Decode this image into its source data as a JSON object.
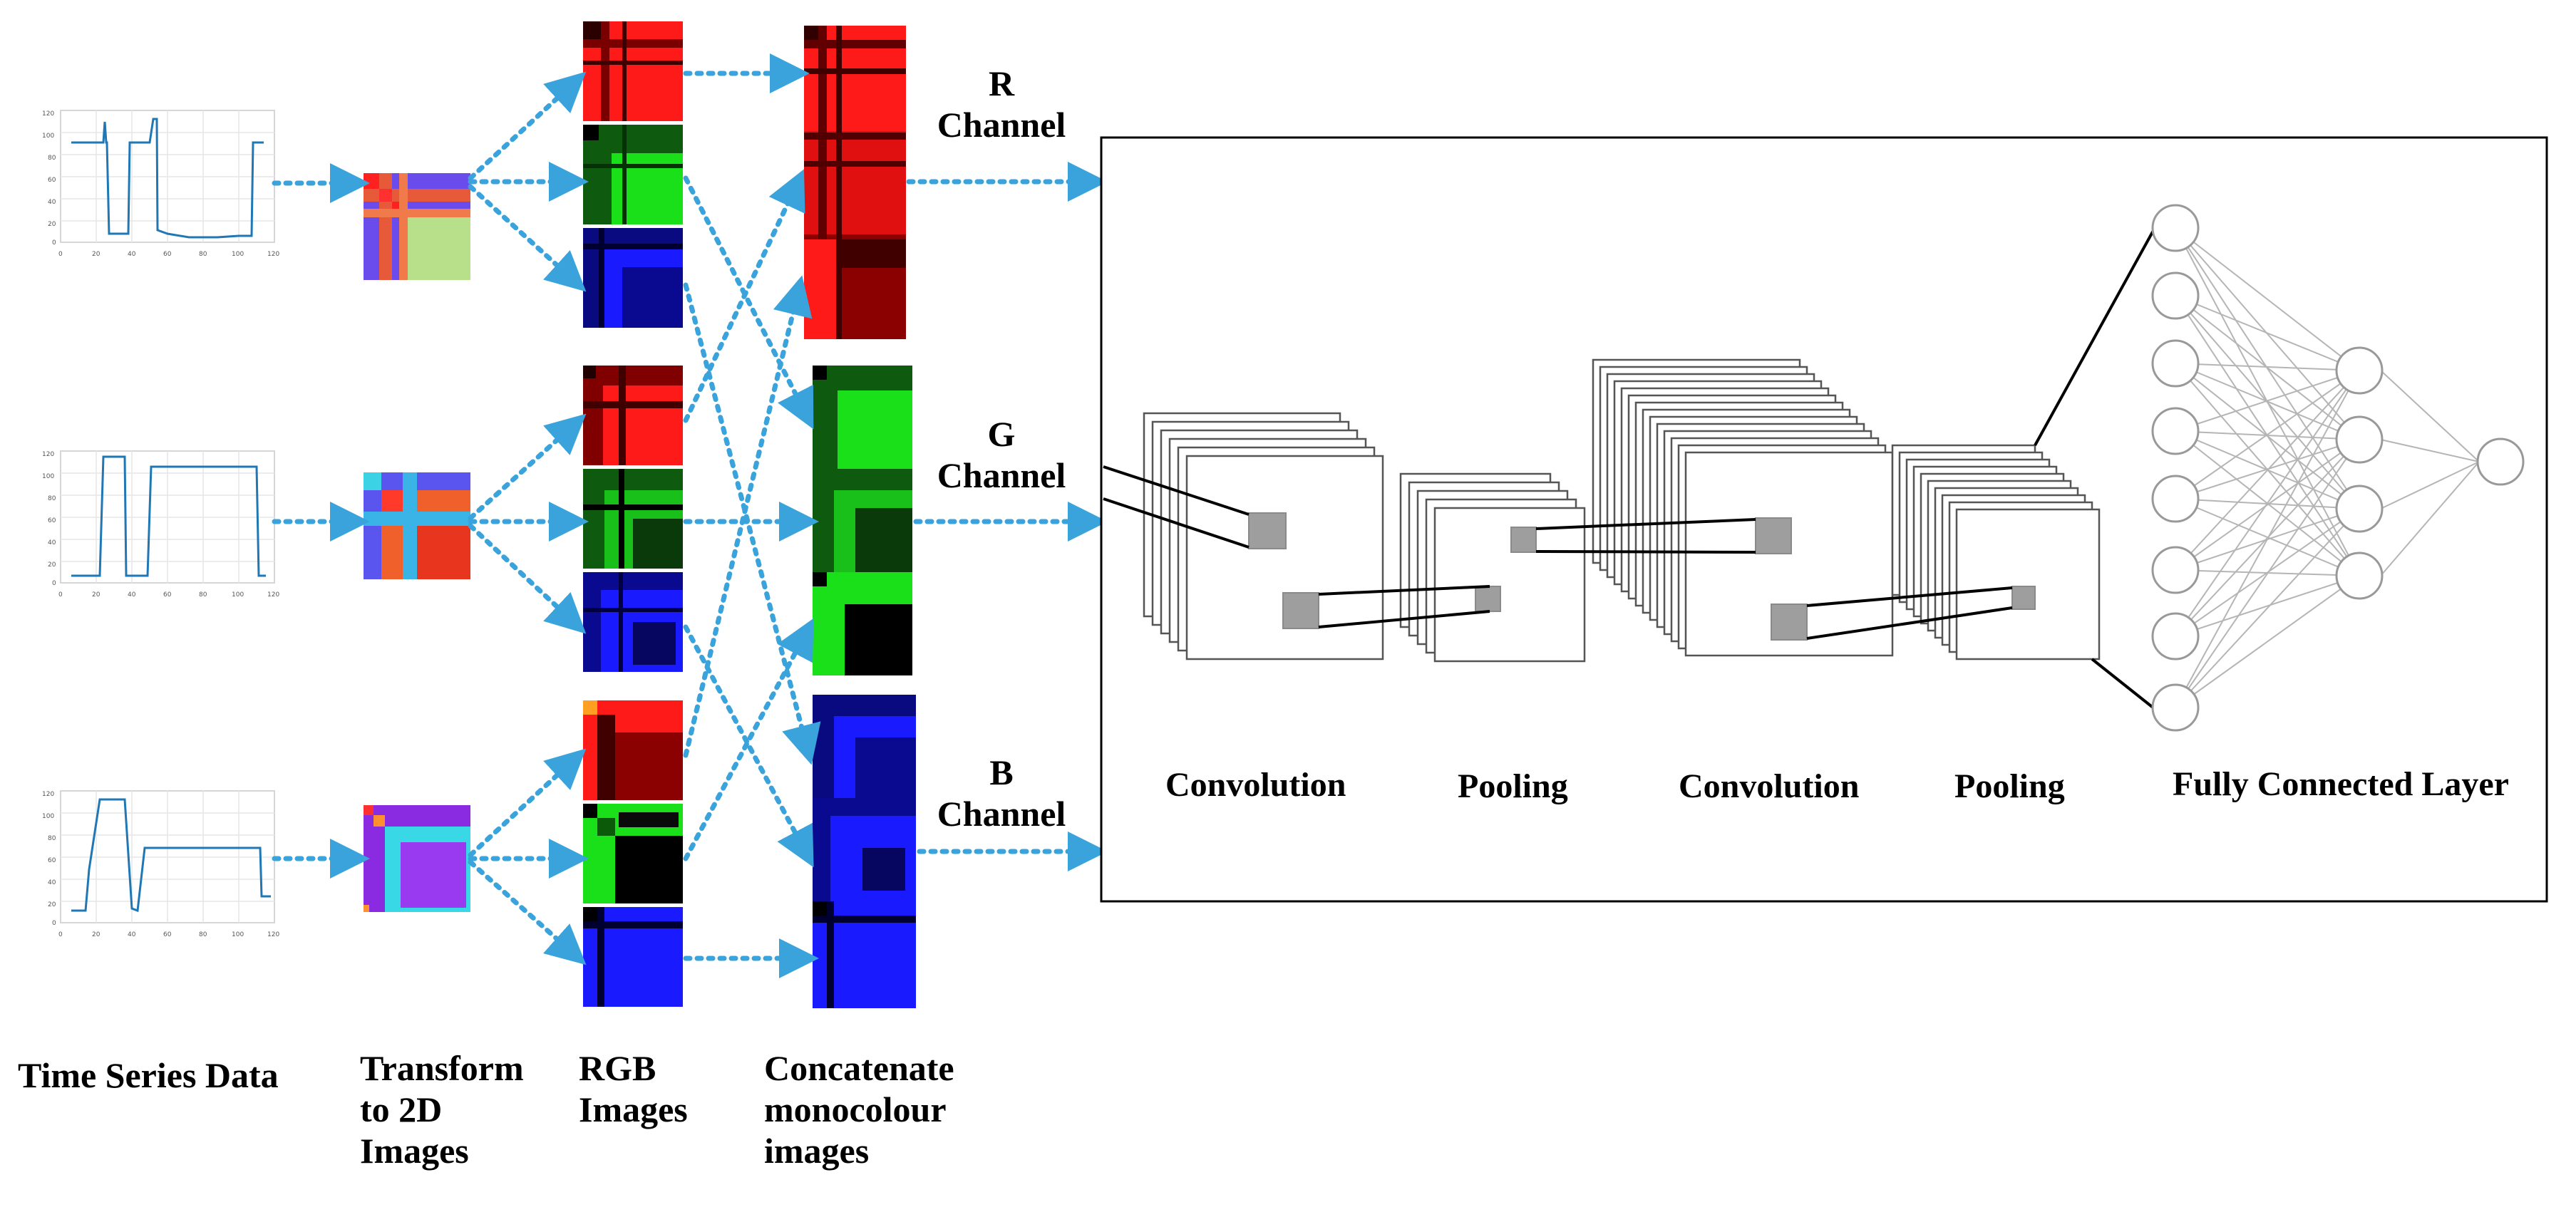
{
  "channels": {
    "r_label": "R",
    "g_label": "G",
    "b_label": "B",
    "channel_word": "Channel"
  },
  "cnn": {
    "conv1_label": "Convolution",
    "pool1_label": "Pooling",
    "conv2_label": "Convolution",
    "pool2_label": "Pooling",
    "fc_label": "Fully Connected Layer"
  },
  "stages": {
    "time_series": "Time Series Data",
    "transform": [
      "Transform",
      "to 2D",
      "Images"
    ],
    "rgb": [
      "RGB",
      "Images"
    ],
    "concat": [
      "Concatenate",
      "monocolour",
      "images"
    ]
  },
  "plots": {
    "y_ticks": [
      "120",
      "100",
      "80",
      "60",
      "40",
      "20",
      "0"
    ],
    "x_ticks": [
      "0",
      "20",
      "40",
      "60",
      "80",
      "100",
      "120"
    ]
  },
  "colors": {
    "arrow": "#3AA3DB",
    "plot_line": "#1F77B4",
    "red": "#FF1A1A",
    "green": "#1AE01A",
    "blue": "#1A1AFF",
    "neuron_stroke": "#999999"
  }
}
